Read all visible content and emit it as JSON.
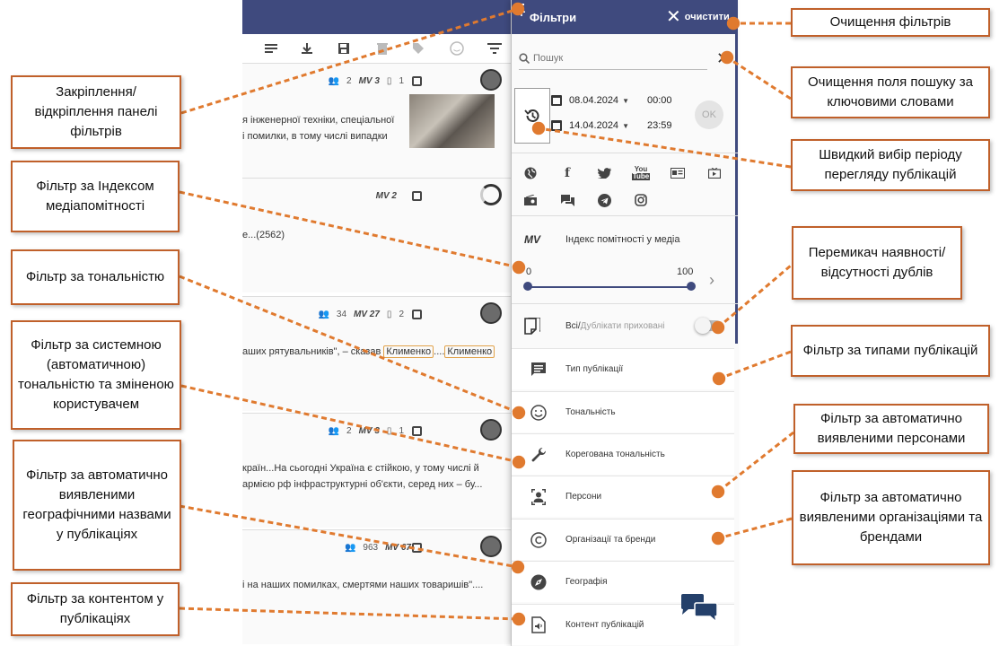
{
  "filters_panel": {
    "title": "Фільтри",
    "clear_label": "очистити",
    "search_placeholder": "Пошук",
    "date_from": "08.04.2024",
    "date_to": "14.04.2024",
    "time_from": "00:00",
    "time_to": "23:59",
    "ok_label": "OK",
    "mv_label": "MV",
    "mv_title": "Індекс помітності у медіа",
    "mv_min": "0",
    "mv_max": "100",
    "duplicates_all": "Всі/",
    "duplicates_hidden": "Дублікати приховані",
    "items": [
      {
        "label": "Тип публікації"
      },
      {
        "label": "Тональність"
      },
      {
        "label": "Корегована тональність"
      },
      {
        "label": "Персони"
      },
      {
        "label": "Організації та бренди"
      },
      {
        "label": "Географія"
      },
      {
        "label": "Контент публікацій"
      }
    ]
  },
  "publications": [
    {
      "stats_people": "2",
      "stats_mv": "MV 3",
      "stats_dup": "1",
      "line1": "я інженерної техніки, спеціальної",
      "line2": "і помилки, в тому числі випадки"
    },
    {
      "stats_mv": "MV 2",
      "line1": "е...(2562)"
    },
    {
      "stats_people": "34",
      "stats_mv": "MV 27",
      "stats_dup": "2",
      "line1_pre": "аших рятувальників\", – сказав ",
      "hl1": "Клименко",
      "mid": "....",
      "hl2": "Клименко"
    },
    {
      "stats_people": "2",
      "stats_mv": "MV 3",
      "stats_dup": "1",
      "line1": "країн...На сьогодні Україна є стійкою, у тому числі й",
      "line2": "армією рф інфраструктурні об'єкти, серед них – бу..."
    },
    {
      "stats_people": "963",
      "stats_mv": "MV 67",
      "line1": "і на наших помилках, смертями наших товаришів\"...."
    }
  ],
  "callouts": {
    "clear_filters": "Очищення фільтрів",
    "pin_panel": "Закріплення/ відкріплення панелі фільтрів",
    "clear_search": "Очищення поля пошуку за ключовими словами",
    "mv_filter": "Фільтр за Індексом медіапомітності",
    "quick_period": "Швидкий вибір періоду перегляду публікацій",
    "tonality": "Фільтр за тональністю",
    "duplicates_toggle": "Перемикач наявності/ відсутності дублів",
    "system_tonality": "Фільтр за системною (автоматичною) тональністю та зміненою користувачем",
    "pub_types": "Фільтр за типами публікацій",
    "persons": "Фільтр за автоматично виявленими персонами",
    "geo": "Фільтр за автоматично виявленими географічними назвами у публікаціях",
    "orgs": "Фільтр за автоматично виявленими організаціями та брендами",
    "content": "Фільтр за контентом у публікаціях"
  },
  "colors": {
    "header": "#3f4a7e",
    "callout_border": "#c0602a",
    "leader": "#e07a2f"
  }
}
